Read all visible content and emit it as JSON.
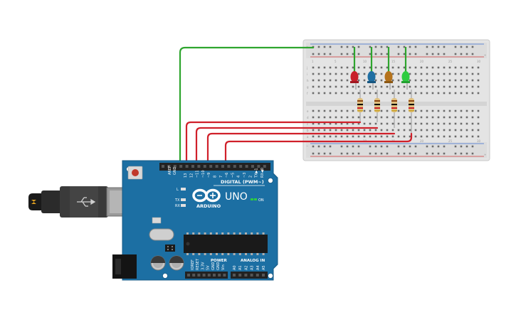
{
  "board": {
    "brand": "ARDUINO",
    "model": "UNO",
    "on_label": "ON",
    "digital_label": "DIGITAL (PWM~)",
    "power_label": "POWER",
    "analog_label": "ANALOG IN",
    "aref": "AREF",
    "gnd": "GND",
    "led_l": "L",
    "tx": "TX",
    "rx": "RX",
    "digital_pins": [
      "13",
      "12",
      "~11",
      "~10",
      "~9",
      "8",
      "7",
      "~6",
      "~5",
      "4",
      "~3",
      "2",
      "TX▶1",
      "RX◀0"
    ],
    "power_pins": [
      "IOREF",
      "RESET",
      "3.3V",
      "5V",
      "GND",
      "GND",
      "Vin"
    ],
    "analog_pins": [
      "A0",
      "A1",
      "A2",
      "A3",
      "A4",
      "A5"
    ]
  },
  "breadboard": {
    "row_letters_top": [
      "j",
      "i",
      "h",
      "g",
      "f"
    ],
    "row_letters_bottom": [
      "e",
      "d",
      "c",
      "b",
      "a"
    ],
    "rail_plus": "+",
    "rail_minus": "−",
    "column_numbers": [
      "1",
      "5",
      "10",
      "15",
      "20",
      "25",
      "30"
    ]
  },
  "components": {
    "leds": [
      {
        "name": "red-led",
        "color": "#c8202a"
      },
      {
        "name": "blue-led",
        "color": "#1f6fa3"
      },
      {
        "name": "orange-led",
        "color": "#b5731c"
      },
      {
        "name": "green-led",
        "color": "#2ecc40"
      }
    ],
    "wire_colors": {
      "ground": "#2ea52e",
      "signal": "#d0202a"
    }
  }
}
